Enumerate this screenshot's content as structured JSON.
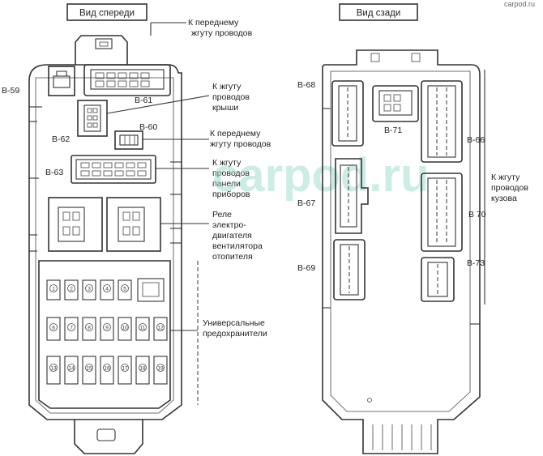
{
  "watermark_top": "carpod.ru",
  "watermark_center": "carpod.ru",
  "front_view": {
    "title": "Вид спереди",
    "codes": {
      "b59": "B-59",
      "b61": "B-61",
      "b62": "B-62",
      "b60": "B-60",
      "b63": "B-63"
    },
    "labels": {
      "front_harness_top": [
        "К переднему",
        "жгуту проводов"
      ],
      "roof_harness": [
        "К жгуту",
        "проводов",
        "крыши"
      ],
      "front_harness_mid": [
        "К переднему",
        "жгуту проводов"
      ],
      "panel_harness": [
        "К жгуту",
        "проводов",
        "панели",
        "приборов"
      ],
      "fan_relay": [
        "Реле",
        "электро-",
        "двигателя",
        "вентилятора",
        "отопителя"
      ],
      "universal_fuses": [
        "Универсальные",
        "предохранители"
      ]
    },
    "fuse_numbers": [
      "1",
      "2",
      "3",
      "4",
      "5",
      "6",
      "7",
      "8",
      "9",
      "10",
      "11",
      "12",
      "13",
      "14",
      "15",
      "16",
      "17",
      "18",
      "19"
    ]
  },
  "rear_view": {
    "title": "Вид сзади",
    "codes": {
      "b68": "B-68",
      "b71": "B-71",
      "b66": "B-66",
      "b67": "B-67",
      "b70": "B 70",
      "b69": "B-69",
      "b73": "B-73"
    },
    "labels": {
      "body_harness": [
        "К жгуту",
        "проводов",
        "кузова"
      ]
    }
  }
}
